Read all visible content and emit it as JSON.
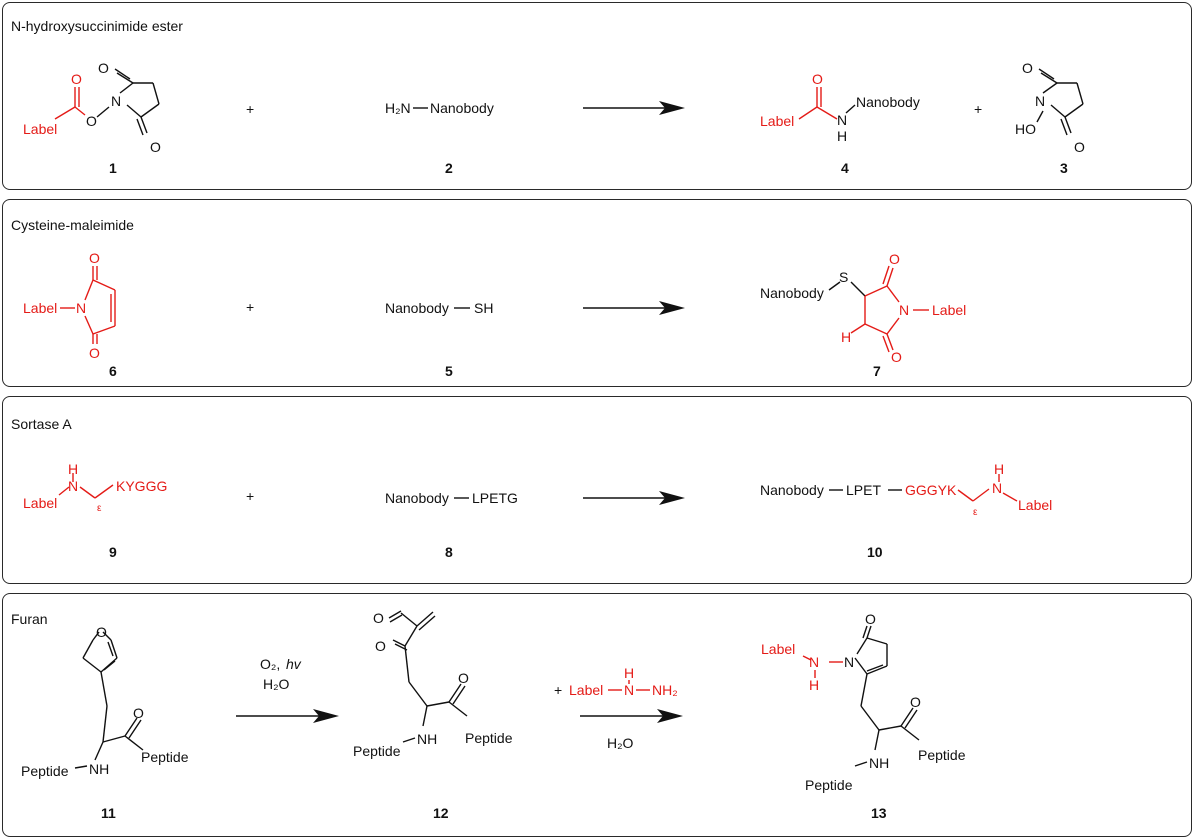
{
  "panels": [
    {
      "title": "N-hydroxysuccinimide ester",
      "labels": {
        "label": "Label",
        "o": "O",
        "n": "N",
        "h2n": "H₂N",
        "nanobody": "Nanobody",
        "h": "H",
        "ho": "HO",
        "plus": "+"
      },
      "numbers": [
        "1",
        "2",
        "4",
        "3"
      ]
    },
    {
      "title": "Cysteine-maleimide",
      "labels": {
        "label": "Label",
        "o": "O",
        "n": "N",
        "s": "S",
        "sh": "SH",
        "nanobody": "Nanobody",
        "h": "H",
        "plus": "+"
      },
      "numbers": [
        "6",
        "5",
        "7"
      ]
    },
    {
      "title": "Sortase A",
      "labels": {
        "label": "Label",
        "h": "H",
        "n": "N",
        "kyggg": "KYGGG",
        "epsilon": "ε",
        "nanobody": "Nanobody",
        "lpetg": "LPETG",
        "lpet": "LPET",
        "gggyk": "GGGYK",
        "plus": "+"
      },
      "numbers": [
        "9",
        "8",
        "10"
      ]
    },
    {
      "title": "Furan",
      "labels": {
        "o": "O",
        "peptide": "Peptide",
        "nh": "NH",
        "o2": "O₂,",
        "hv": "hv",
        "h2o": "H₂O",
        "label": "Label",
        "h": "H",
        "n": "N",
        "nh2": "NH₂",
        "plus": "+"
      },
      "numbers": [
        "11",
        "12",
        "13"
      ]
    }
  ],
  "colors": {
    "reagent": "#e41b17",
    "ink": "#111111"
  }
}
